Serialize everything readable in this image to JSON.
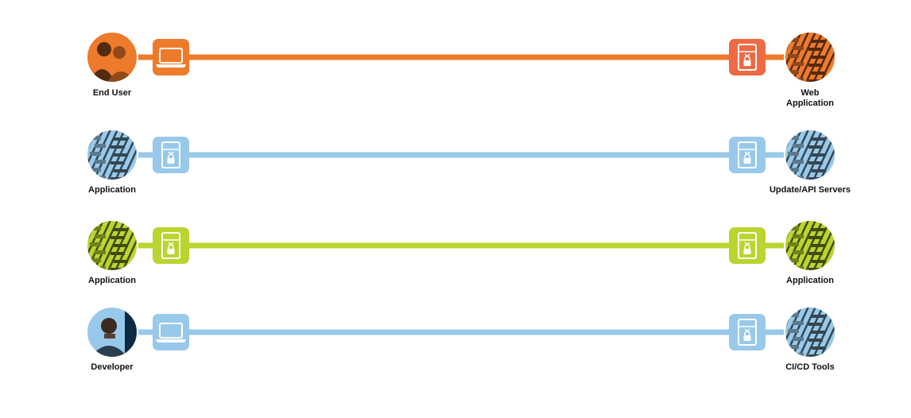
{
  "connections": [
    {
      "color": "#EE7A2C",
      "left_endpoint": {
        "label": "End User",
        "image": "people-photo",
        "icon": "laptop-icon",
        "icon_box_color": "#EE7A2C"
      },
      "right_endpoint": {
        "label": "Web Application",
        "image": "server-rack-photo",
        "icon": "secure-server-icon",
        "icon_box_color": "#EE6A45"
      }
    },
    {
      "color": "#98C9EA",
      "left_endpoint": {
        "label": "Application",
        "image": "server-rack-photo",
        "icon": "secure-server-icon",
        "icon_box_color": "#98C9EA"
      },
      "right_endpoint": {
        "label": "Update/API Servers",
        "image": "server-rack-photo",
        "icon": "secure-server-icon",
        "icon_box_color": "#98C9EA"
      }
    },
    {
      "color": "#B9D530",
      "left_endpoint": {
        "label": "Application",
        "image": "server-rack-photo",
        "icon": "secure-server-icon",
        "icon_box_color": "#B9D530"
      },
      "right_endpoint": {
        "label": "Application",
        "image": "server-rack-photo",
        "icon": "secure-server-icon",
        "icon_box_color": "#B9D530"
      }
    },
    {
      "color": "#98C9EA",
      "left_endpoint": {
        "label": "Developer",
        "image": "developer-photo",
        "icon": "laptop-icon",
        "icon_box_color": "#98C9EA"
      },
      "right_endpoint": {
        "label": "CI/CD Tools",
        "image": "server-rack-photo",
        "icon": "secure-server-icon",
        "icon_box_color": "#98C9EA"
      }
    }
  ]
}
